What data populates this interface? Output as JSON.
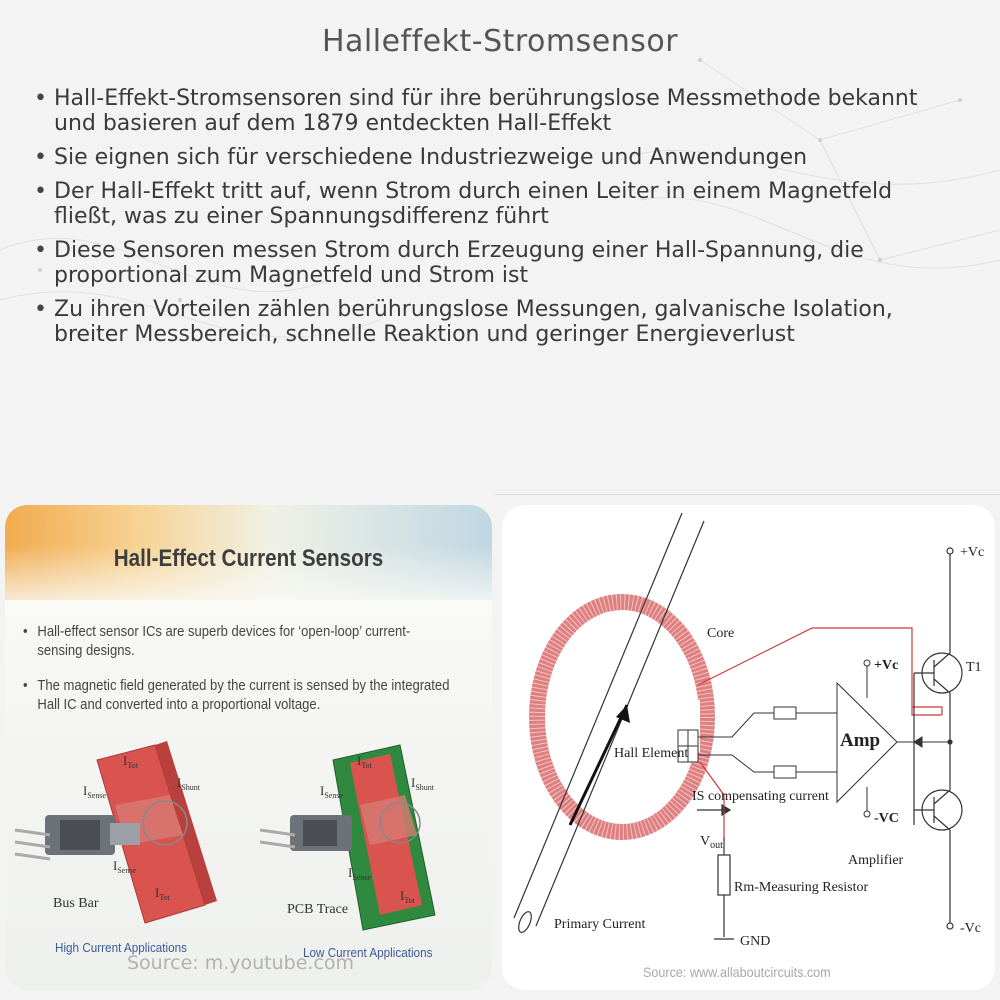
{
  "title": "Halleffekt-Stromsensor",
  "bullets": [
    "Hall-Effekt-Stromsensoren sind für ihre berührungslose Messmethode bekannt und basieren auf dem 1879 entdeckten Hall-Effekt",
    "Sie eignen sich für verschiedene Industriezweige und Anwendungen",
    "Der Hall-Effekt tritt auf, wenn Strom durch einen Leiter in einem Magnetfeld fließt, was zu einer Spannungsdifferenz führt",
    "Diese Sensoren messen Strom durch Erzeugung einer Hall-Spannung, die proportional zum Magnetfeld und Strom ist",
    "Zu ihren Vorteilen zählen berührungslose Messungen, galvanische Isolation, breiter Messbereich, schnelle Reaktion und geringer Energieverlust"
  ],
  "left_image": {
    "heading": "Hall-Effect Current Sensors",
    "bullets": [
      "Hall-effect sensor ICs are superb devices for ‘open-loop’ current-sensing designs.",
      "The magnetic field generated by the current is sensed by the integrated Hall IC and converted into a proportional voltage."
    ],
    "labels": {
      "i_sense": "I",
      "sense_sub": "Sense",
      "i_tot": "I",
      "tot_sub": "Tot",
      "i_shunt": "I",
      "shunt_sub": "Shunt",
      "bus_bar": "Bus Bar",
      "pcb_trace": "PCB Trace"
    },
    "captions": [
      "High Current Applications",
      "Low Current Applications"
    ],
    "source": "Source: m.youtube.com"
  },
  "right_image": {
    "labels": {
      "core": "Core",
      "hall_element": "Hall Element",
      "vc_plus_amp": "+Vc",
      "vc_minus_amp": "-VC",
      "amp": "Amp",
      "amplifier": "Amplifier",
      "is_current": "IS compensating current",
      "vout": "V",
      "vout_sub": "out",
      "rm": "Rm-Measuring Resistor",
      "primary": "Primary Current",
      "gnd": "GND",
      "vc_top": "+Vc",
      "vc_bottom": "-Vc",
      "t1": "T1"
    },
    "source": "Source: www.allaboutcircuits.com"
  },
  "colors": {
    "coil": "#d9686a",
    "wire_red": "#cc3b3b",
    "busbar_red": "#d9534f",
    "pcb_green": "#2f8a3f",
    "caption_blue": "#3c5a9a"
  }
}
